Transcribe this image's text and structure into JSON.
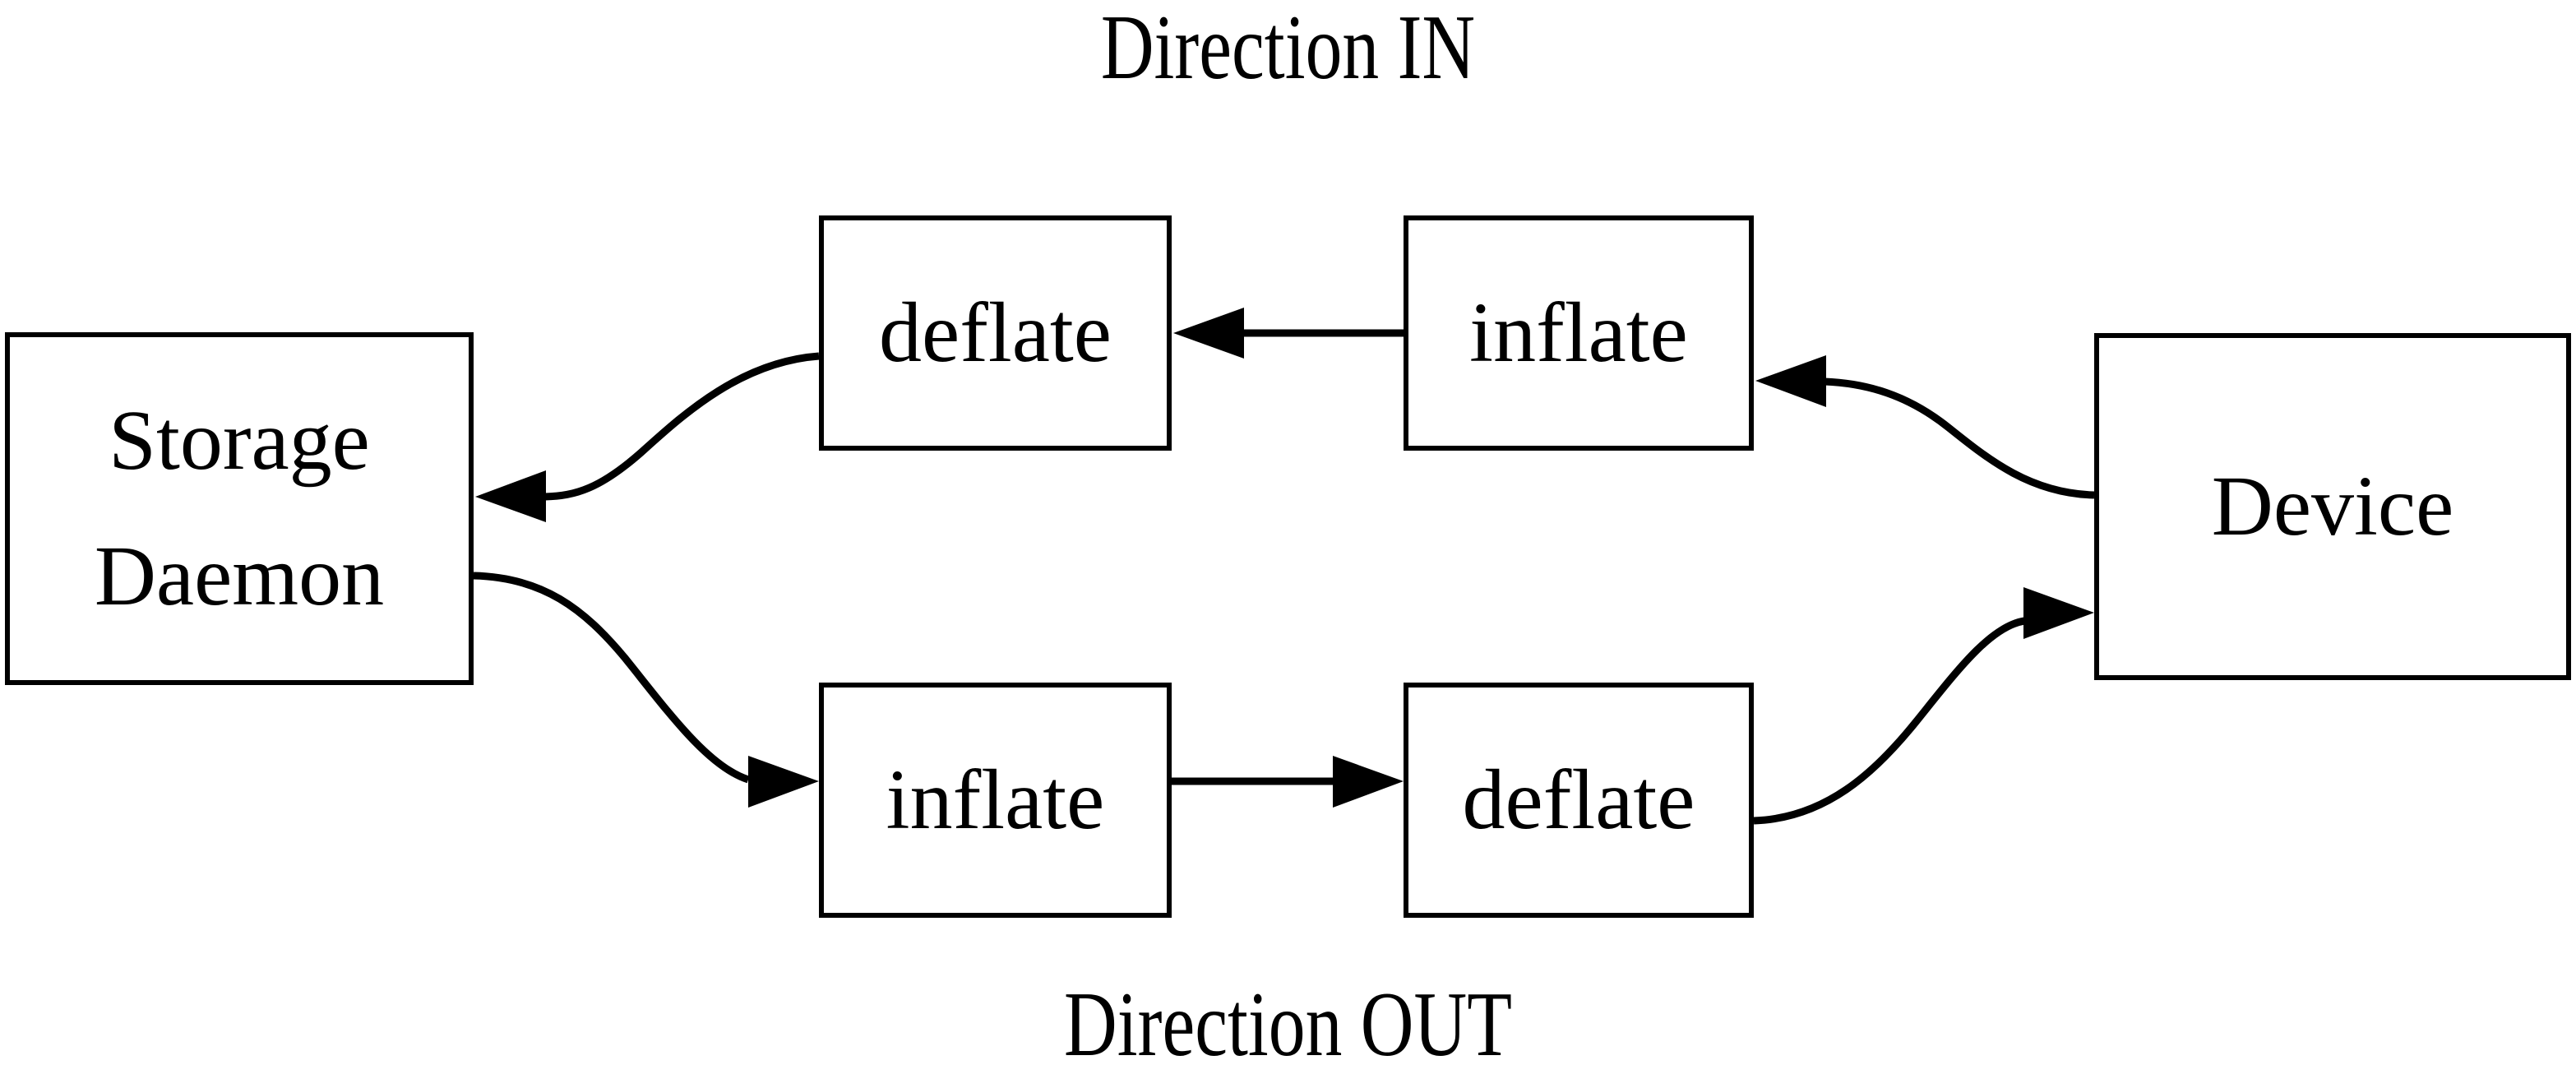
{
  "diagram": {
    "title_top": "Direction IN",
    "title_bottom": "Direction OUT",
    "background_color": "#ffffff",
    "line_color": "#000000",
    "nodes": [
      {
        "id": "storage-daemon",
        "label_line1": "Storage",
        "label_line2": "Daemon"
      },
      {
        "id": "deflate-in",
        "label": "deflate"
      },
      {
        "id": "inflate-in",
        "label": "inflate"
      },
      {
        "id": "device",
        "label": "Device"
      },
      {
        "id": "inflate-out",
        "label": "inflate"
      },
      {
        "id": "deflate-out",
        "label": "deflate"
      }
    ],
    "edges": [
      {
        "id": "device-to-inflate-in",
        "from": "device",
        "to": "inflate-in",
        "style": "curved",
        "arrow": "target"
      },
      {
        "id": "inflate-in-to-deflate-in",
        "from": "inflate-in",
        "to": "deflate-in",
        "style": "straight",
        "arrow": "target"
      },
      {
        "id": "deflate-in-to-storage",
        "from": "deflate-in",
        "to": "storage-daemon",
        "style": "curved",
        "arrow": "target"
      },
      {
        "id": "storage-to-inflate-out",
        "from": "storage-daemon",
        "to": "inflate-out",
        "style": "curved",
        "arrow": "target"
      },
      {
        "id": "inflate-out-to-deflate-out",
        "from": "inflate-out",
        "to": "deflate-out",
        "style": "straight",
        "arrow": "target"
      },
      {
        "id": "deflate-out-to-device",
        "from": "deflate-out",
        "to": "device",
        "style": "curved",
        "arrow": "target"
      }
    ]
  }
}
